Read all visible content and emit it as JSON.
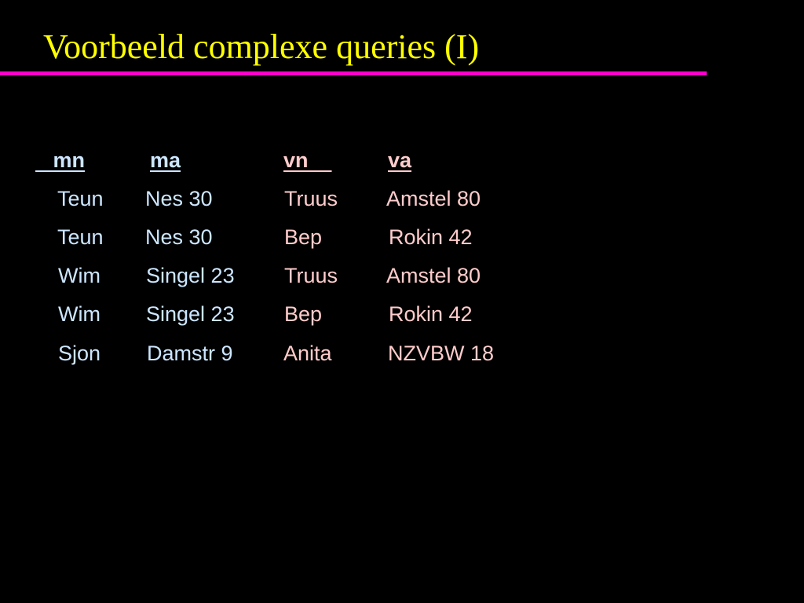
{
  "slide": {
    "title": "Voorbeeld complexe queries (I)"
  },
  "table": {
    "headers": {
      "mn": "mn",
      "ma": "ma",
      "vn": "vn",
      "va": "va"
    },
    "rows": [
      {
        "mn": "Teun",
        "ma": "Nes 30",
        "vn": "Truus",
        "va": "Amstel 80"
      },
      {
        "mn": "Teun",
        "ma": "Nes 30",
        "vn": "Bep",
        "va": "Rokin 42"
      },
      {
        "mn": "Wim",
        "ma": "Singel 23",
        "vn": "Truus",
        "va": "Amstel 80"
      },
      {
        "mn": "Wim",
        "ma": "Singel 23",
        "vn": "Bep",
        "va": "Rokin 42"
      },
      {
        "mn": "Sjon",
        "ma": "Damstr 9",
        "vn": "Anita",
        "va": "NZVBW 18"
      }
    ]
  },
  "colors": {
    "background": "#000000",
    "title": "#ffff00",
    "rule": "#ff00cc",
    "left_columns": "#cce6ff",
    "right_columns": "#ffcccc"
  }
}
